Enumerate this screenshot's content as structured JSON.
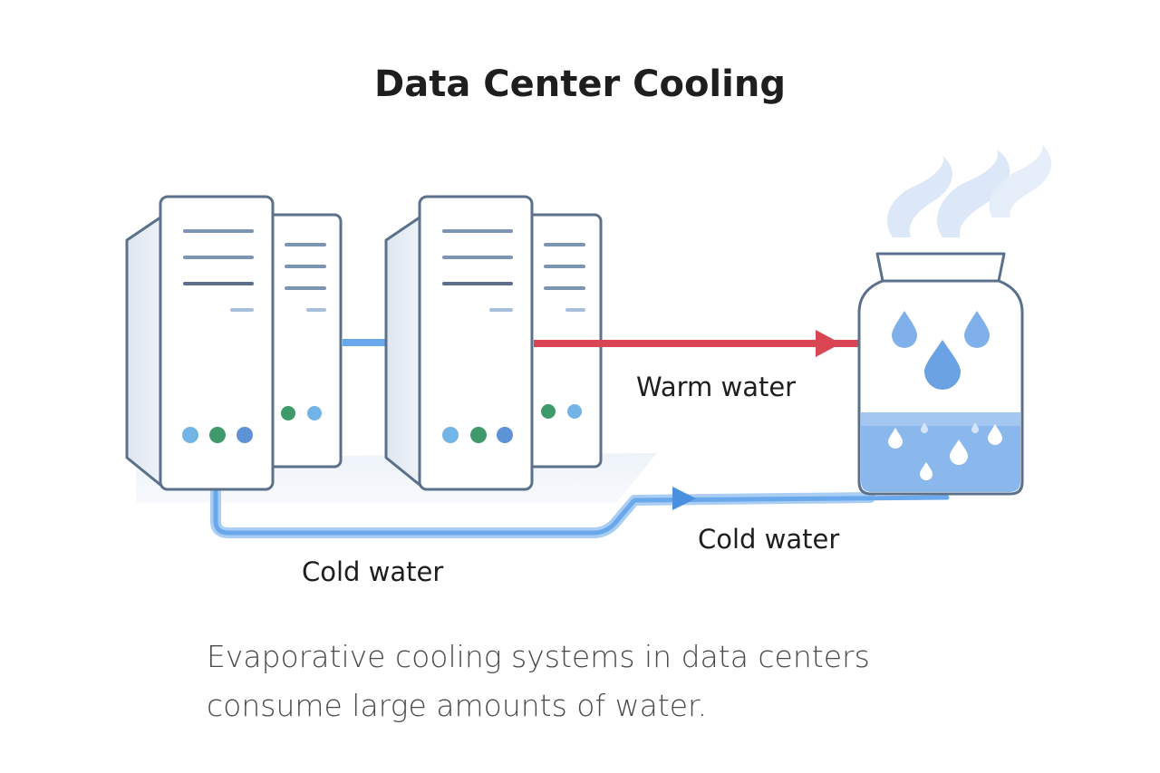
{
  "title": "Data Center Cooling",
  "labels": {
    "warm_water": "Warm water",
    "cold_water_right": "Cold water",
    "cold_water_left": "Cold water"
  },
  "caption": {
    "line1": "Evaporative cooling systems in data centers",
    "line2": "consume large amounts of water."
  },
  "colors": {
    "warm": "#d94553",
    "cold": "#4a8fe0",
    "server_outline": "#5b708a",
    "water": "#8bb8ec",
    "led_green": "#3f9a6b",
    "led_blue": "#5d92d6",
    "led_light_blue": "#73b4e6"
  }
}
